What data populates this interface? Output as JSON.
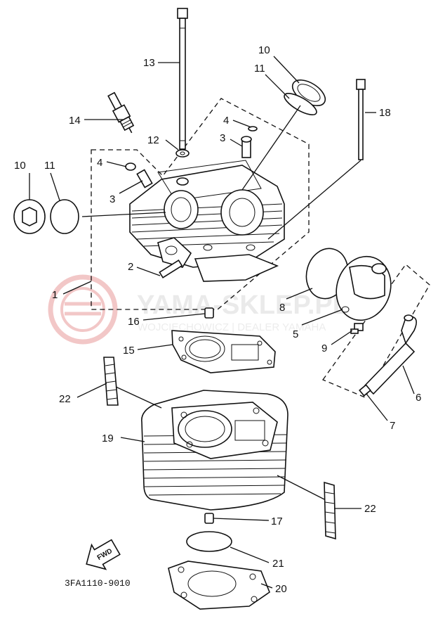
{
  "diagram": {
    "part_labels": [
      "1",
      "2",
      "3",
      "3",
      "4",
      "4",
      "5",
      "6",
      "7",
      "8",
      "9",
      "10",
      "10",
      "11",
      "11",
      "12",
      "13",
      "14",
      "15",
      "16",
      "17",
      "18",
      "19",
      "20",
      "21",
      "22",
      "22"
    ],
    "diagram_code": "3FA1110-9010",
    "fwd_label": "FWD",
    "watermark": {
      "brand": "YAMA-SKLEP.PL",
      "subtitle": "WOJCIECHOWICZ | DEALER YAMAHA",
      "color": "#e89a9a"
    }
  }
}
